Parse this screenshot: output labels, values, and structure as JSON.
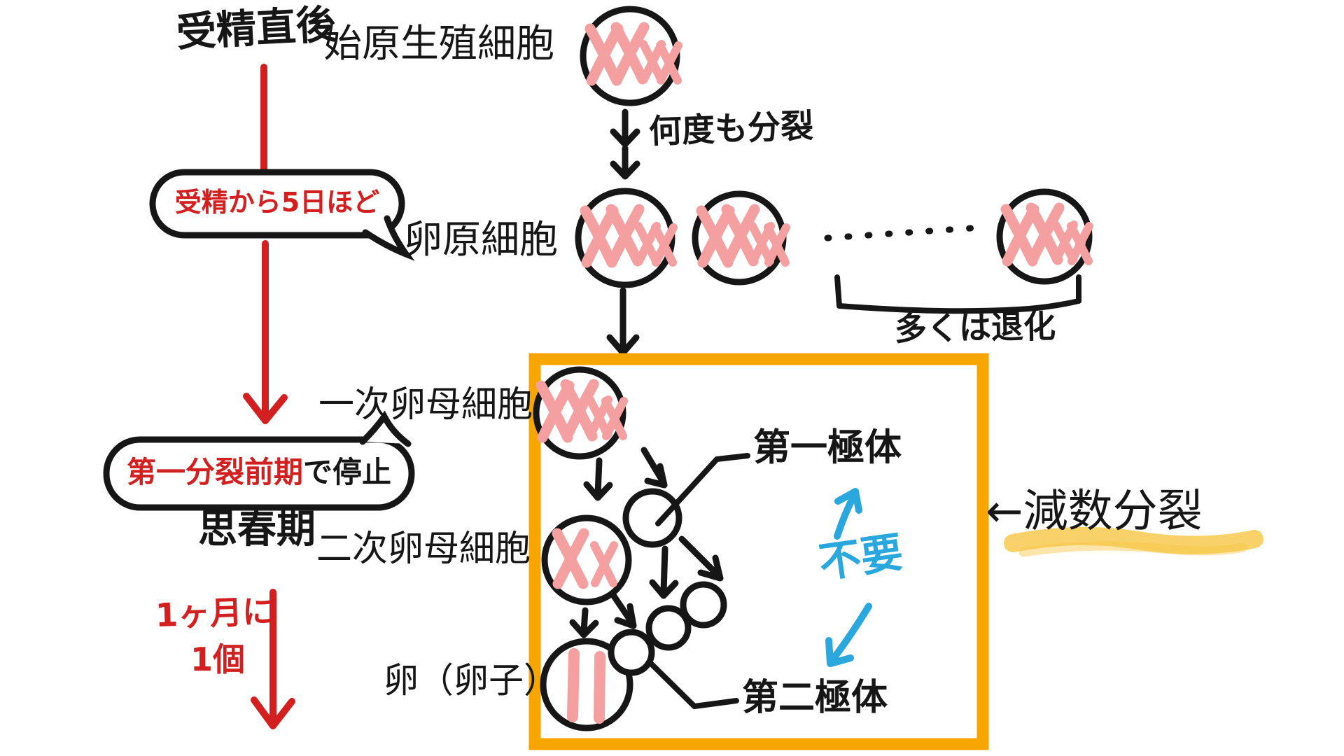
{
  "labels": {
    "stage_top": "受精直後",
    "primordial_germ_cell": "始原生殖細胞",
    "divides_many_times": "何度も分裂",
    "oogonium": "卵原細胞",
    "bubble_five_days": "受精から5日ほど",
    "mostly_degenerate": "多くは退化",
    "primary_oocyte": "一次卵母細胞",
    "arrest_red": "第一分裂前期",
    "arrest_black": "で停止",
    "puberty": "思春期",
    "secondary_oocyte": "二次卵母細胞",
    "first_polar_body": "第一極体",
    "unnecessary": "不要",
    "meiosis": "←減数分裂",
    "once_per_month_line1": "1ヶ月に",
    "once_per_month_line2": "1個",
    "egg": "卵（卵子）",
    "second_polar_body": "第二極体"
  },
  "colors": {
    "chromosome_pink": "#f5a0a0",
    "annotation_red": "#d22020",
    "annotation_blue": "#2aa7dd",
    "meiosis_box_orange": "#f7a600",
    "highlight_yellow": "#f6c544",
    "ink_black": "#161616"
  }
}
